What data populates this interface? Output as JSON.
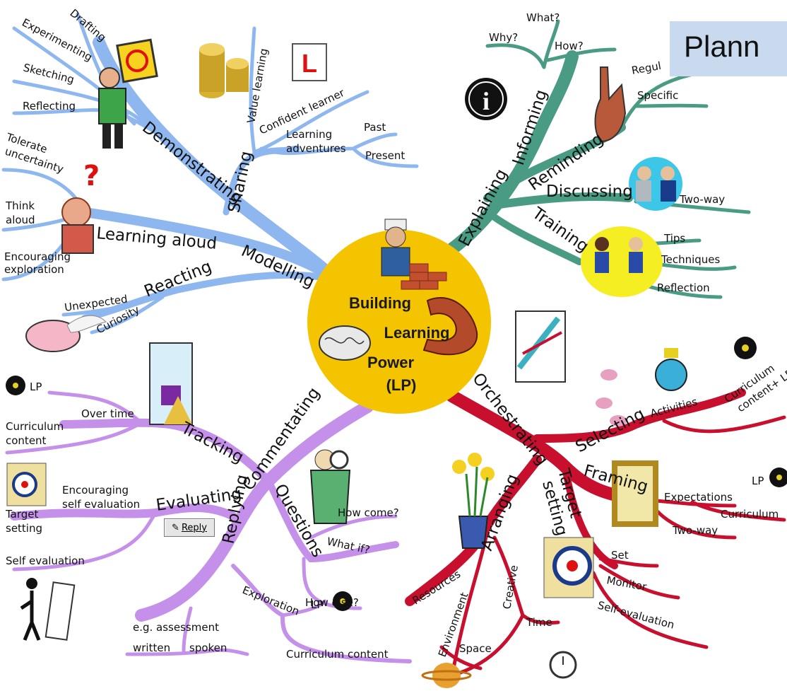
{
  "title": "Plann",
  "center": {
    "line1": "Building",
    "line2": "Learning",
    "line3": "Power",
    "line4": "(LP)"
  },
  "colors": {
    "modelling": "#8fb7ef",
    "explaining": "#4a9b84",
    "orchestrating": "#c8102e",
    "commentating": "#c490ea",
    "center": "#f5c400"
  },
  "modelling": {
    "main": "Modelling",
    "demonstrating": "Demonstrating",
    "drafting": "Drafting",
    "experimenting": "Experimenting",
    "sketching": "Sketching",
    "reflecting": "Reflecting",
    "sharing": "Sharing",
    "value_learning": "Value learning",
    "confident_learner": "Confident learner",
    "learning_adventures_1": "Learning",
    "learning_adventures_2": "adventures",
    "past": "Past",
    "present": "Present",
    "learning_aloud": "Learning aloud",
    "tolerate_1": "Tolerate",
    "tolerate_2": "uncertainty",
    "think_1": "Think",
    "think_2": "aloud",
    "encouraging_1": "Encouraging",
    "encouraging_2": "exploration",
    "reacting": "Reacting",
    "unexpected": "Unexpected",
    "curiosity": "Curiosity",
    "l_plate": "L"
  },
  "explaining": {
    "main": "Explaining",
    "informing": "Informing",
    "what": "What?",
    "why": "Why?",
    "how": "How?",
    "reminding": "Reminding",
    "regular": "Regul",
    "specific": "Specific",
    "discussing": "Discussing",
    "two_way": "Two-way",
    "training": "Training",
    "tips": "Tips",
    "techniques": "Techniques",
    "reflection": "Reflection"
  },
  "orchestrating": {
    "main": "Orchestrating",
    "selecting": "Selecting",
    "activities": "Activities",
    "curriculum_lp_1": "Curriculum",
    "curriculum_lp_2": "content+ LP",
    "framing": "Framing",
    "expectations": "Expectations",
    "lp": "LP",
    "curriculum": "Curriculum",
    "two_way": "Two-way",
    "target_setting_1": "Target",
    "target_setting_2": "setting",
    "set": "Set",
    "monitor": "Monitor",
    "self_evaluation": "Self-evaluation",
    "arranging": "Arranging",
    "resources": "Resources",
    "environment": "Environment",
    "creative": "Creative",
    "time": "Time",
    "space": "Space"
  },
  "commentating": {
    "main": "Commentating",
    "replying": "Replying",
    "tracking": "Tracking",
    "over_time": "Over time",
    "lp": "LP",
    "curriculum_1": "Curriculum",
    "curriculum_2": "content",
    "evaluating": "Evaluating",
    "encouraging_1": "Encouraging",
    "encouraging_2": "self evaluation",
    "target_1": "Target",
    "target_2": "setting",
    "self_evaluation": "Self evaluation",
    "questions": "Questions",
    "how_come": "How come?",
    "what_if": "What if?",
    "how_else": "How else?",
    "exploration": "Exploration",
    "eg_assessment": "e.g. assessment",
    "written": "written",
    "spoken": "spoken",
    "lp2": "LP",
    "curriculum_content": "Curriculum content",
    "reply_button": "Reply"
  }
}
